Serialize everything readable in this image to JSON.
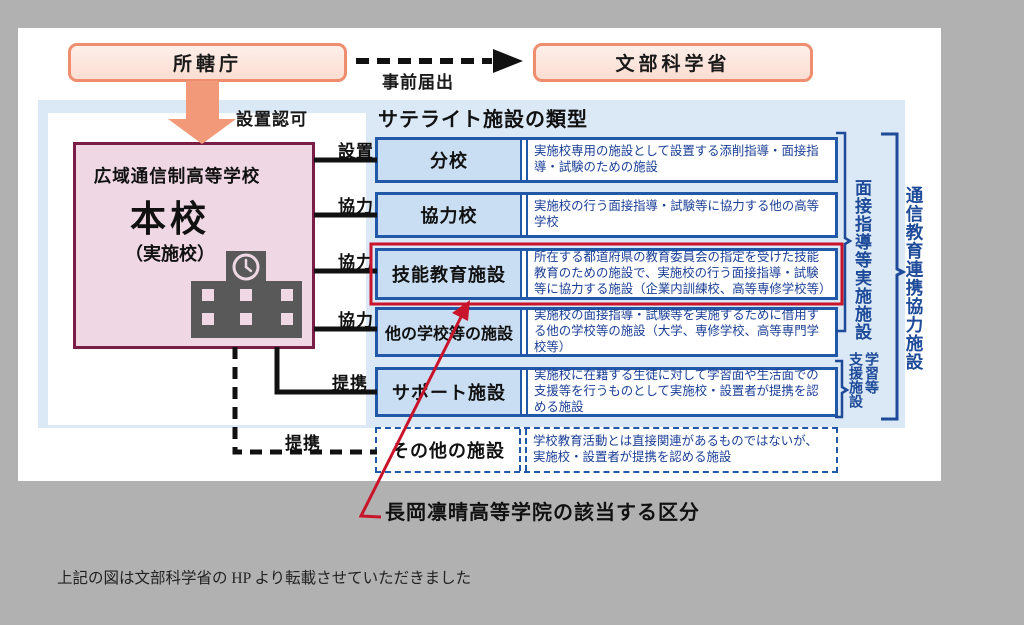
{
  "header": {
    "left_box": "所轄庁",
    "right_box": "文部科学省",
    "arrow_label": "事前届出",
    "approval_label": "設置認可"
  },
  "main_school": {
    "category": "広域通信制高等学校",
    "name": "本校",
    "subtitle": "（実施校）"
  },
  "satellite": {
    "title": "サテライト施設の類型",
    "rows": [
      {
        "connector": "設置",
        "label": "分校",
        "desc": "実施校専用の施設として設置する添削指導・面接指導・試験のための施設"
      },
      {
        "connector": "協力",
        "label": "協力校",
        "desc": "実施校の行う面接指導・試験等に協力する他の高等学校"
      },
      {
        "connector": "協力",
        "label": "技能教育施設",
        "desc": "所在する都道府県の教育委員会の指定を受けた技能教育のための施設で、実施校の行う面接指導・試験等に協力する施設（企業内訓練校、高等専修学校等）",
        "highlighted": true
      },
      {
        "connector": "協力",
        "label": "他の学校等の施設",
        "desc": "実施校の面接指導・試験等を実施するために借用する他の学校等の施設（大学、専修学校、高等専門学校等）"
      },
      {
        "connector": "提携",
        "label": "サポート施設",
        "desc": "実施校に在籍する生徒に対して学習面や生活面での支援等を行うものとして実施校・設置者が提携を認める施設"
      },
      {
        "connector": "提携",
        "label": "その他の施設",
        "desc": "学校教育活動とは直接関連があるものではないが、実施校・設置者が提携を認める施設",
        "dashed": true
      }
    ]
  },
  "side_labels": {
    "face_to_face": "面接指導等実施施設",
    "learning_support": "学習等\n支援施設",
    "correspondence": "通信教育連携協力施設"
  },
  "annotation": "長岡凛晴高等学院の該当する区分",
  "caption": "上記の図は文部科学省の HP より転載させていただきました",
  "colors": {
    "background_gray": "#b1b1b1",
    "panel_blue": "#dbe8f5",
    "row_border_blue": "#2158a8",
    "row_fill_blue": "#c9def2",
    "desc_text_blue": "#1a3e96",
    "side_label_blue": "#1d4a99",
    "school_box_pink": "#efd8e3",
    "school_box_border": "#7b1e47",
    "top_box_border_salmon": "#ef8d6f",
    "arrow_salmon": "#f2997a",
    "highlight_red": "#c9152b"
  }
}
